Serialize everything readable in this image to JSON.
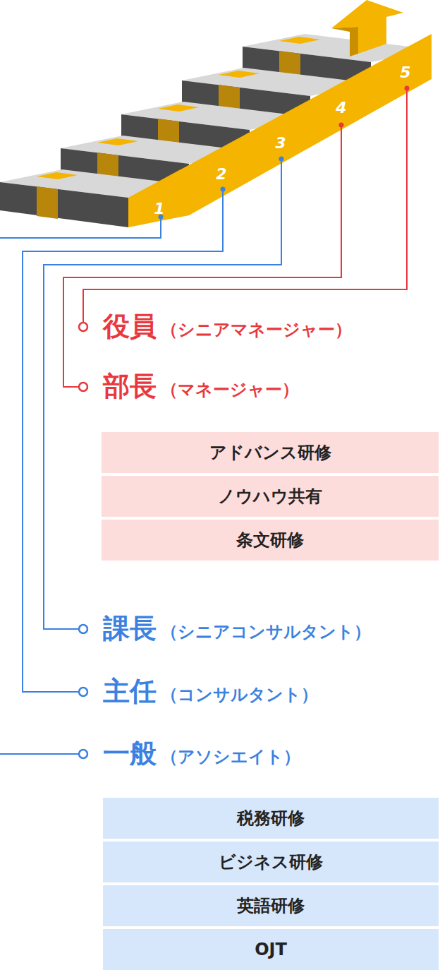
{
  "diagram": {
    "nodes": [
      {
        "text": [
          "アドバンス研修"
        ]
      },
      {
        "text": [
          "ノウハウ共有"
        ]
      },
      {
        "text": [
          "条文研修"
        ]
      },
      {
        "text": [
          "税務研修"
        ]
      },
      {
        "text": [
          "ビジネス研修"
        ]
      },
      {
        "text": [
          "英語研修"
        ]
      },
      {
        "text": [
          "OJT"
        ]
      }
    ],
    "labels": [
      "1",
      "2",
      "3",
      "4",
      "5",
      "役員",
      "（シニアマネージャー）",
      "部長",
      "（マネージャー）",
      "課長",
      "（シニアコンサルタント）",
      "主任",
      "（コンサルタント）",
      "一般",
      "（アソシエイト）"
    ]
  }
}
